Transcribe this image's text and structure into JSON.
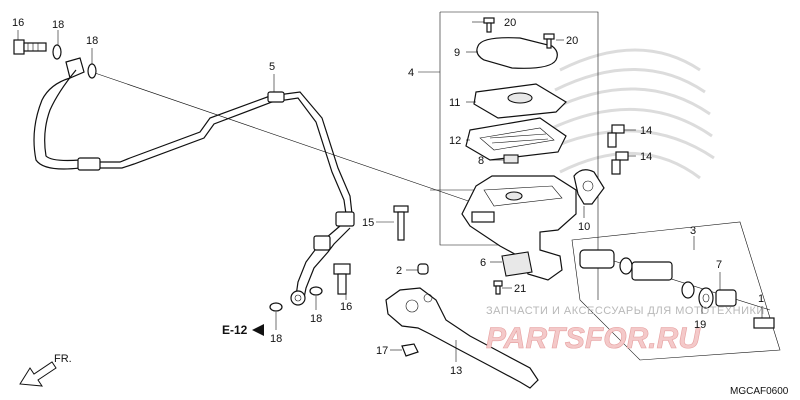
{
  "diagram": {
    "ref_label": "E-12",
    "forward_label": "FR.",
    "code": "MGCAF0600",
    "watermark_text": "ЗАПЧАСТИ И АКСЕССУАРЫ ДЛЯ МОТОТЕХНИКИ",
    "watermark_logo": "PARTSFOR.RU",
    "callouts": {
      "c1": "1",
      "c2": "2",
      "c3": "3",
      "c4": "4",
      "c5": "5",
      "c6": "6",
      "c7": "7",
      "c8": "8",
      "c9": "9",
      "c10": "10",
      "c11": "11",
      "c12": "12",
      "c13": "13",
      "c14a": "14",
      "c14b": "14",
      "c15": "15",
      "c16a": "16",
      "c16b": "16",
      "c17": "17",
      "c18a": "18",
      "c18b": "18",
      "c18c": "18",
      "c18d": "18",
      "c19": "19",
      "c20a": "20",
      "c20b": "20",
      "c21": "21"
    }
  }
}
